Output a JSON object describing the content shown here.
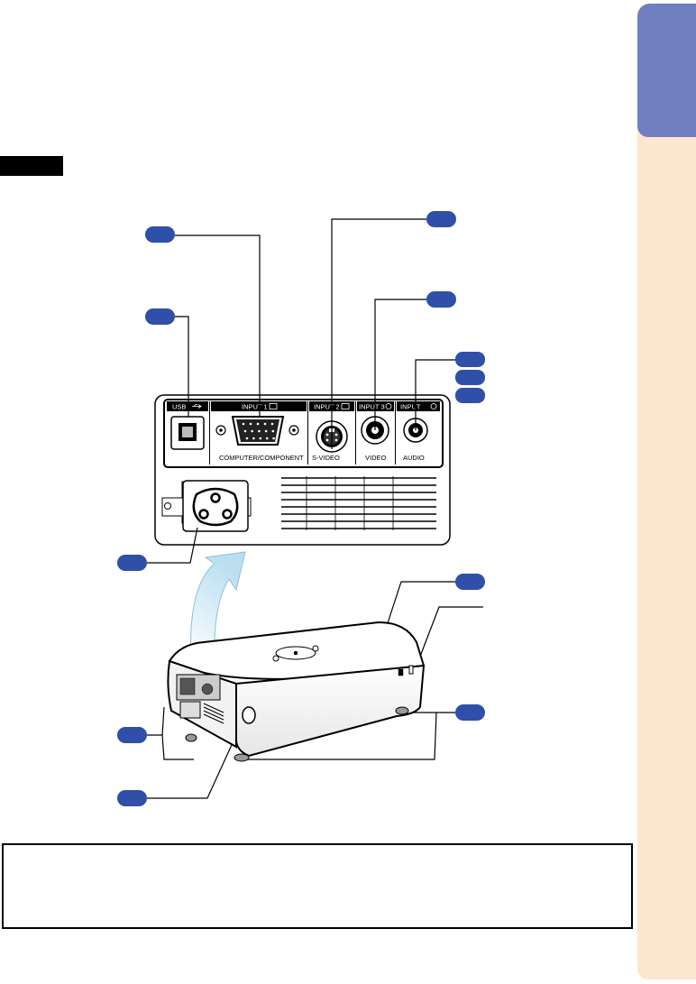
{
  "port_labels": {
    "usb": "USB",
    "input1": "INPUT 1",
    "input2": "INPUT 2",
    "input3": "INPUT 3",
    "input_audio": "INPUT",
    "computer_component": "COMPUTER/COMPONENT",
    "s_video": "S-VIDEO",
    "video": "VIDEO",
    "audio": "AUDIO"
  },
  "colors": {
    "side_strip": "#fde6cf",
    "side_tab": "#6f7fc0",
    "callout_badge": "#2f4fa8",
    "arrow_fill": "#cfe8f5"
  },
  "icons": [
    "usb-icon",
    "monitor-icon",
    "svideo-icon",
    "video-icon",
    "audio-icon",
    "lock-icon"
  ]
}
